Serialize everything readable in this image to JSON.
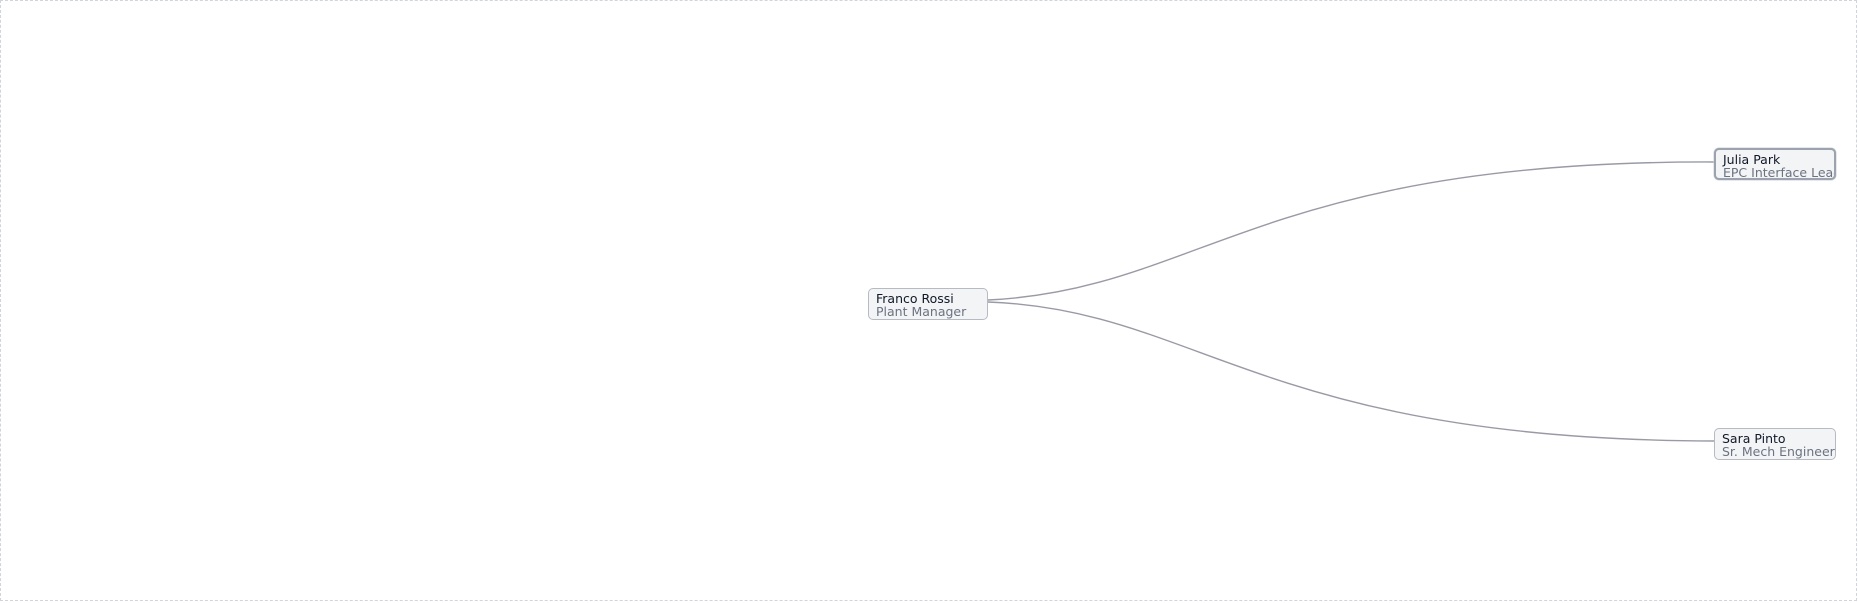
{
  "tree": {
    "root": {
      "name": "Franco Rossi",
      "role": "Plant Manager"
    },
    "children": [
      {
        "name": "Julia Park",
        "role": "EPC Interface Lead",
        "selected": true
      },
      {
        "name": "Sara Pinto",
        "role": "Sr. Mech Engineer",
        "selected": false
      }
    ]
  },
  "colors": {
    "link": "#9a9aa6",
    "node_fill": "#f3f4f6",
    "node_border": "#b6bac3",
    "name_text": "#111827",
    "role_text": "#6b7280"
  }
}
